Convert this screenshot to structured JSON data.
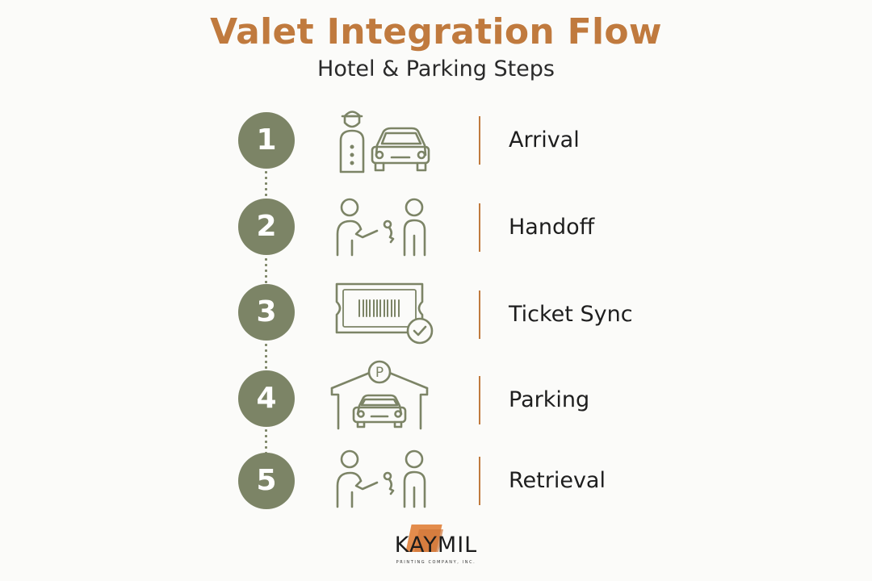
{
  "header": {
    "title": "Valet Integration Flow",
    "subtitle": "Hotel & Parking Steps"
  },
  "steps": [
    {
      "number": "1",
      "label": "Arrival",
      "icon": "valet-attendant-and-car-icon"
    },
    {
      "number": "2",
      "label": "Handoff",
      "icon": "key-handoff-icon"
    },
    {
      "number": "3",
      "label": "Ticket Sync",
      "icon": "barcode-ticket-check-icon"
    },
    {
      "number": "4",
      "label": "Parking",
      "icon": "parking-garage-car-icon"
    },
    {
      "number": "5",
      "label": "Retrieval",
      "icon": "key-return-icon"
    }
  ],
  "logo": {
    "name": "KAYMIL",
    "tagline": "PRINTING COMPANY, INC."
  },
  "colors": {
    "accent": "#c07a3e",
    "step_circle": "#7c8466",
    "icon_stroke": "#7c8466",
    "logo_mark": "#e38c4c"
  }
}
